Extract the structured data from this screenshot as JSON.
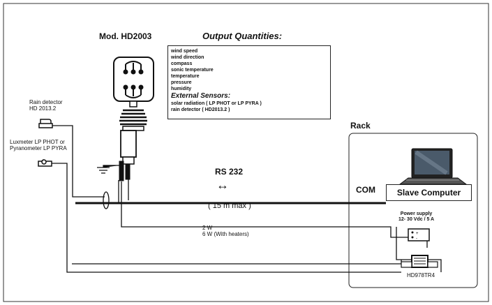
{
  "model_label": "Mod. HD2003",
  "output_title": "Output Quantities:",
  "output_items": [
    "wind speed",
    "wind direction",
    "compass",
    "sonic temperature",
    "temperature",
    "pressure",
    "humidity"
  ],
  "external_title": "External Sensors:",
  "external_items": [
    "solar radiation ( LP PHOT or LP PYRA )",
    "rain detector ( HD2013.2 )"
  ],
  "rain_detector": [
    "Rain detector",
    "HD 2013.2"
  ],
  "luxmeter": [
    "Luxmeter LP PHOT or",
    "Pyranometer LP PYRA"
  ],
  "rack_label": "Rack",
  "rs232_label": "RS 232",
  "arrow_symbol": "↔",
  "distance_label": "( 15 m max )",
  "com_label": "COM",
  "slave_label": "Slave Computer",
  "power_supply": [
    "Power supply",
    "12- 30 Vdc / 5 A"
  ],
  "power_2w": "2 W",
  "power_6w": "6 W (With heaters)",
  "relay_label": "HD978TR4"
}
